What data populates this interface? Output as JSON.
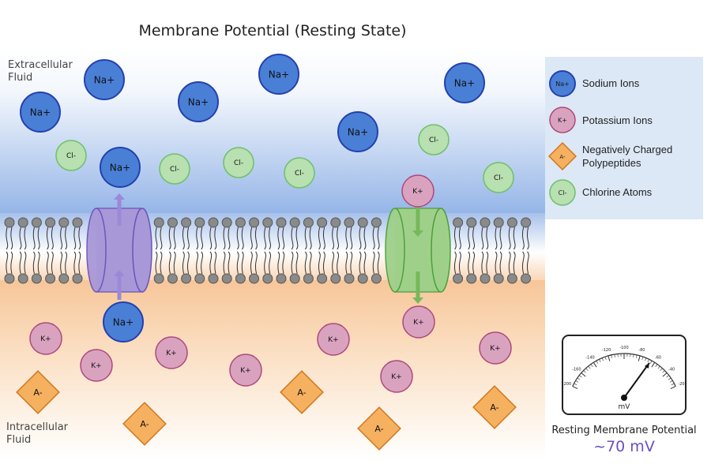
{
  "title": "Membrane Potential (Resting State)",
  "labels": {
    "extracellular": "Extracellular\nFluid",
    "intracellular": "Intracellular\nFluid"
  },
  "ions": {
    "na": "Na+",
    "k": "K+",
    "cl": "Cl-",
    "a": "A-"
  },
  "legend": {
    "items": [
      {
        "symbol": "Na+",
        "label": "Sodium Ions"
      },
      {
        "symbol": "K+",
        "label": "Potassium Ions"
      },
      {
        "symbol": "A-",
        "label": "Negatively Charged\nPolypeptides"
      },
      {
        "symbol": "Cl-",
        "label": "Chlorine Atoms"
      }
    ]
  },
  "meter": {
    "ticks": [
      "-200",
      "-160",
      "-140",
      "-120",
      "-100",
      "-80",
      "-60",
      "-40",
      "-20"
    ],
    "unit": "mV",
    "caption": "Resting Membrane Potential",
    "value": "~70 mV"
  },
  "colors": {
    "sodium": "#4a7fd6",
    "potassium": "#d9a3c0",
    "chlorine": "#b8e0b0",
    "polypeptide": "#f5b060",
    "na_channel": "#a898d8",
    "k_channel": "#9fd08a"
  }
}
